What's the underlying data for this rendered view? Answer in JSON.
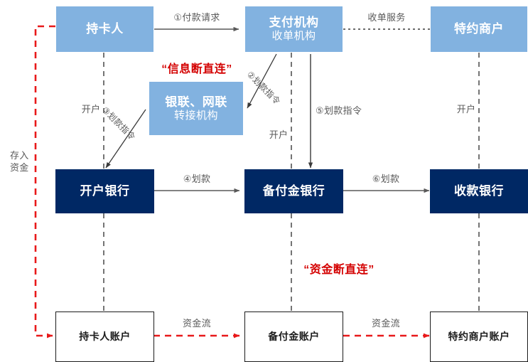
{
  "diagram": {
    "title_hidden": "",
    "colors": {
      "light_box": "#82b2e0",
      "dark_box": "#002864",
      "red_accent": "#d40000",
      "label_gray": "#595959",
      "plain_border": "#1b1b1b"
    },
    "nodes": {
      "cardholder": {
        "line1": "持卡人"
      },
      "payment_org": {
        "line1": "支付机构",
        "line2": "收单机构"
      },
      "merchant": {
        "line1": "特约商户"
      },
      "clearing_org": {
        "line1": "银联、网联",
        "line2": "转接机构"
      },
      "account_bank": {
        "line1": "开户银行"
      },
      "reserve_bank": {
        "line1": "备付金银行"
      },
      "receiving_bank": {
        "line1": "收款银行"
      },
      "cardholder_acct": {
        "line1": "持卡人账户"
      },
      "reserve_acct": {
        "line1": "备付金账户"
      },
      "merchant_acct": {
        "line1": "特约商户账户"
      }
    },
    "edge_labels": {
      "payment_request": "①付款请求",
      "acquiring_service": "收单服务",
      "transfer_order_2": "②划款指令",
      "transfer_order_3": "③划款指令",
      "transfer_order_5": "⑤划款指令",
      "transfer_4": "④划款",
      "transfer_6": "⑥划款",
      "open_account_left": "开户",
      "open_account_mid": "开户",
      "open_account_right": "开户",
      "deposit_funds_l1": "存入",
      "deposit_funds_l2": "资金",
      "fund_flow_left": "资金流",
      "fund_flow_right": "资金流"
    },
    "annotations": {
      "info_disconnect": "“信息断直连”",
      "funds_disconnect": "“资金断直连”"
    }
  }
}
